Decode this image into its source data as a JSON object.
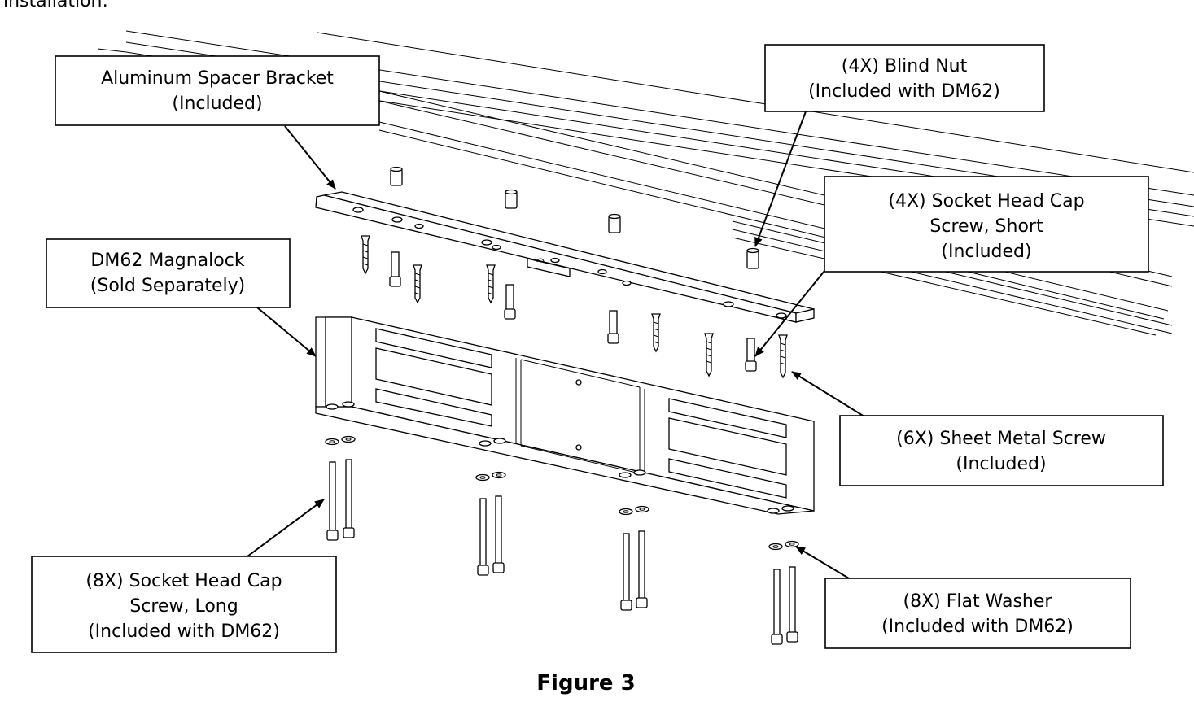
{
  "intro_text": "installation:",
  "figure_caption": "Figure 3",
  "callouts": {
    "spacer_bracket": [
      "Aluminum Spacer Bracket",
      "(Included)"
    ],
    "blind_nut": [
      "(4X) Blind Nut",
      "(Included with DM62)"
    ],
    "short_screw": [
      "(4X) Socket Head Cap",
      "Screw, Short",
      "(Included)"
    ],
    "magnalock": [
      "DM62 Magnalock",
      "(Sold Separately)"
    ],
    "sheet_metal_screw": [
      "(6X) Sheet Metal Screw",
      "(Included)"
    ],
    "long_screw": [
      "(8X) Socket Head Cap",
      "Screw, Long",
      "(Included with DM62)"
    ],
    "flat_washer": [
      "(8X) Flat Washer",
      "(Included with DM62)"
    ]
  }
}
